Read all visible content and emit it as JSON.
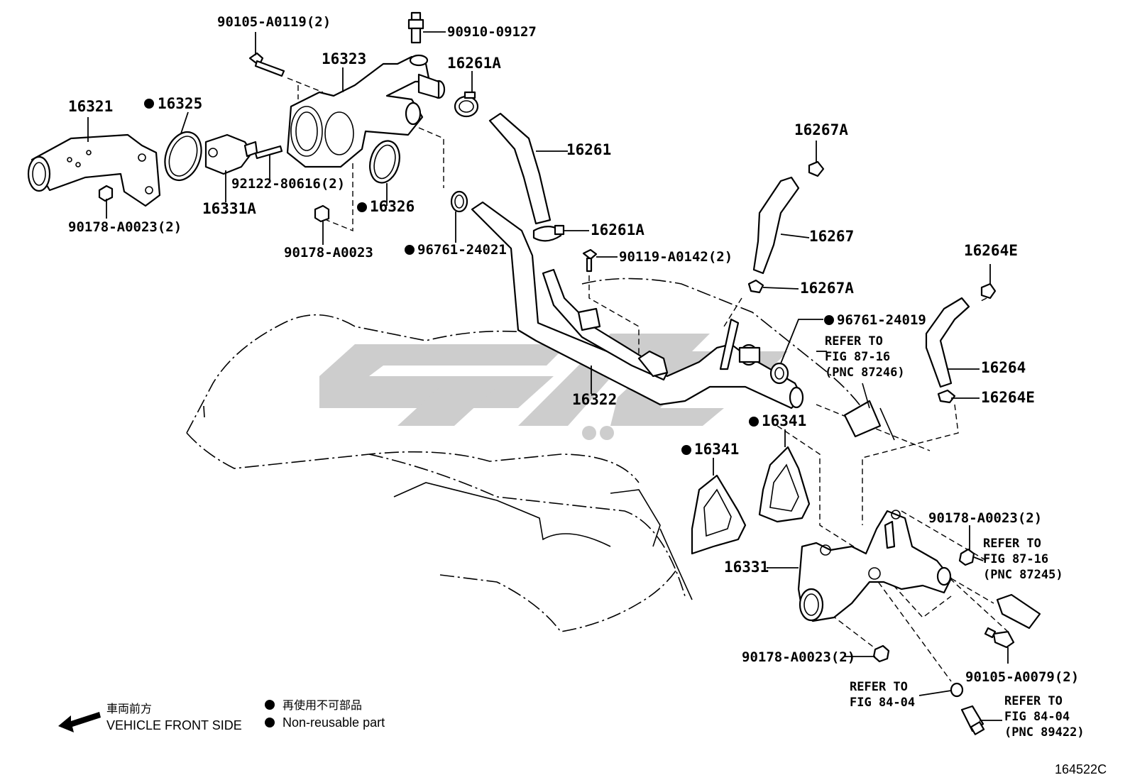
{
  "diagram_id": "164522C",
  "watermark_color": "#c8c8c8",
  "parts": {
    "p16321": "16321",
    "p16325": "16325",
    "p16331a": "16331A",
    "p92122": "92122-80616(2)",
    "p90178_left": "90178-A0023(2)",
    "p90105_top": "90105-A0119(2)",
    "p90910": "90910-09127",
    "p16323": "16323",
    "p16261a_top": "16261A",
    "p16326": "16326",
    "p16261": "16261",
    "p90178_center": "90178-A0023",
    "p96761_21": "96761-24021",
    "p16261a_mid": "16261A",
    "p90119": "90119-A0142(2)",
    "p16267a_top": "16267A",
    "p16267": "16267",
    "p16267a_bot": "16267A",
    "p96761_19": "96761-24019",
    "p16264e_top": "16264E",
    "p16264": "16264",
    "p16264e_bot": "16264E",
    "p16322": "16322",
    "p16341_right": "16341",
    "p16341_left": "16341",
    "p90178_right": "90178-A0023(2)",
    "p16331": "16331",
    "p90178_bottom": "90178-A0023(2)",
    "p90105_bottom": "90105-A0079(2)"
  },
  "refs": {
    "ref1": [
      "REFER TO",
      "FIG 87-16",
      "(PNC 87246)"
    ],
    "ref2": [
      "REFER TO",
      "FIG 87-16",
      "(PNC 87245)"
    ],
    "ref3": [
      "REFER TO",
      "FIG 84-04"
    ],
    "ref4": [
      "REFER TO",
      "FIG 84-04",
      "(PNC 89422)"
    ]
  },
  "legend": {
    "front_jp": "車両前方",
    "front_en": "VEHICLE FRONT SIDE",
    "nonreuse_jp": "再使用不可部品",
    "nonreuse_en": "Non-reusable part"
  },
  "icons": [
    "filled-circle-icon",
    "arrow-left-icon"
  ]
}
